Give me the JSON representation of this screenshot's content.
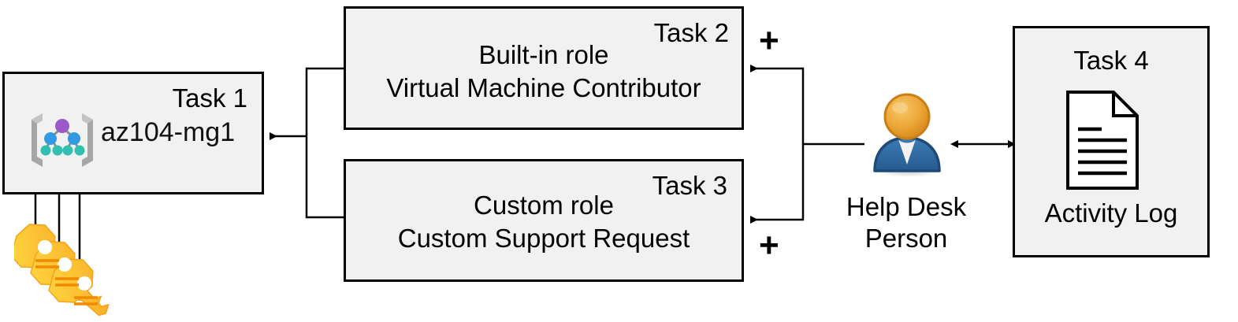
{
  "diagram": {
    "title": "Azure RBAC task diagram",
    "colors": {
      "box_fill": "#f1f1f1",
      "box_border": "#000000",
      "line": "#000000",
      "mg_node_top": "#9b59c9",
      "mg_node_mid": "#3399e0",
      "mg_node_leaf": "#2fc0b0",
      "mg_bracket": "#a6a6a6",
      "person_head": "#e89b24",
      "person_body": "#2e6ca4",
      "key_body": "#ffc20e",
      "key_shade": "#f7a600"
    }
  },
  "task1": {
    "label": "Task 1",
    "resource_name": "az104-mg1",
    "icon": "management-group-icon"
  },
  "task2": {
    "label": "Task 2",
    "line1": "Built-in role",
    "line2": "Virtual Machine Contributor"
  },
  "task3": {
    "label": "Task 3",
    "line1": "Custom role",
    "line2": "Custom Support Request"
  },
  "task4": {
    "label": "Task 4",
    "caption": "Activity Log",
    "icon": "document-icon"
  },
  "person": {
    "icon": "user-icon",
    "caption_line1": "Help Desk",
    "caption_line2": "Person"
  },
  "operators": {
    "plus_top": "+",
    "plus_bottom": "+"
  },
  "keys": {
    "icon": "keys-icon",
    "count": 3
  }
}
